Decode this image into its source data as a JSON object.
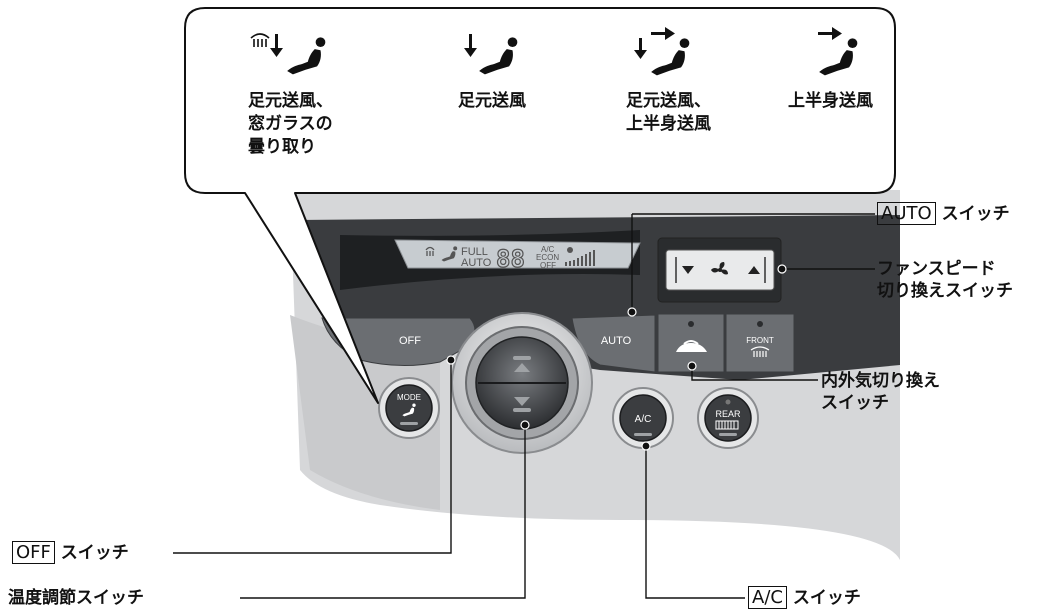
{
  "airflow_modes": [
    {
      "id": "floor-defrost",
      "caption_lines": [
        "足元送風、",
        "窓ガラスの",
        "曇り取り"
      ]
    },
    {
      "id": "floor",
      "caption_lines": [
        "足元送風"
      ]
    },
    {
      "id": "floor-face",
      "caption_lines": [
        "足元送風、",
        "上半身送風"
      ]
    },
    {
      "id": "face",
      "caption_lines": [
        "上半身送風"
      ]
    }
  ],
  "callouts": {
    "auto_key": "AUTO",
    "auto_suffix": "スイッチ",
    "fan_speed_line1": "ファンスピード",
    "fan_speed_line2": "切り換えスイッチ",
    "recirc_line1": "内外気切り換え",
    "recirc_line2": "スイッチ",
    "off_key": "OFF",
    "off_suffix": "スイッチ",
    "temp": "温度調節スイッチ",
    "ac_key": "A/C",
    "ac_suffix": "スイッチ"
  },
  "panel": {
    "display_full": "FULL",
    "display_auto": "AUTO",
    "display_digits": "88",
    "display_ac": "A/C",
    "display_econ": "ECON",
    "display_off": "OFF",
    "btn_off": "OFF",
    "btn_auto": "AUTO",
    "btn_mode": "MODE",
    "btn_ac": "A/C",
    "btn_rear": "REAR",
    "btn_front": "FRONT"
  },
  "icons": {
    "defrost": "defrost-icon",
    "down_arrow": "down-arrow-icon",
    "right_arrow": "right-arrow-icon",
    "seated_person": "seated-person-icon",
    "fan": "fan-icon",
    "recirculation": "recirculation-icon"
  }
}
